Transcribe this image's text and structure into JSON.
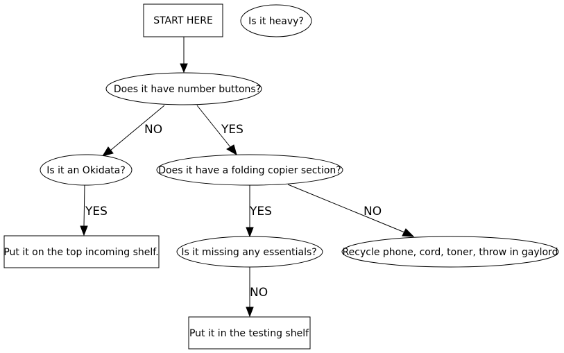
{
  "nodes": {
    "start": "START HERE",
    "heavy": "Is it heavy?",
    "number_buttons": "Does it have number buttons?",
    "okidata": "Is it an Okidata?",
    "folding_copier": "Does it have a folding copier section?",
    "top_shelf": "Put it on the top incoming shelf.",
    "missing_essentials": "Is it missing any essentials?",
    "recycle": "Recycle phone, cord, toner, throw in gaylord",
    "testing_shelf": "Put it in the testing shelf"
  },
  "edges": {
    "buttons_no": "NO",
    "buttons_yes": "YES",
    "okidata_yes": "YES",
    "copier_yes": "YES",
    "copier_no": "NO",
    "essentials_no": "NO"
  }
}
